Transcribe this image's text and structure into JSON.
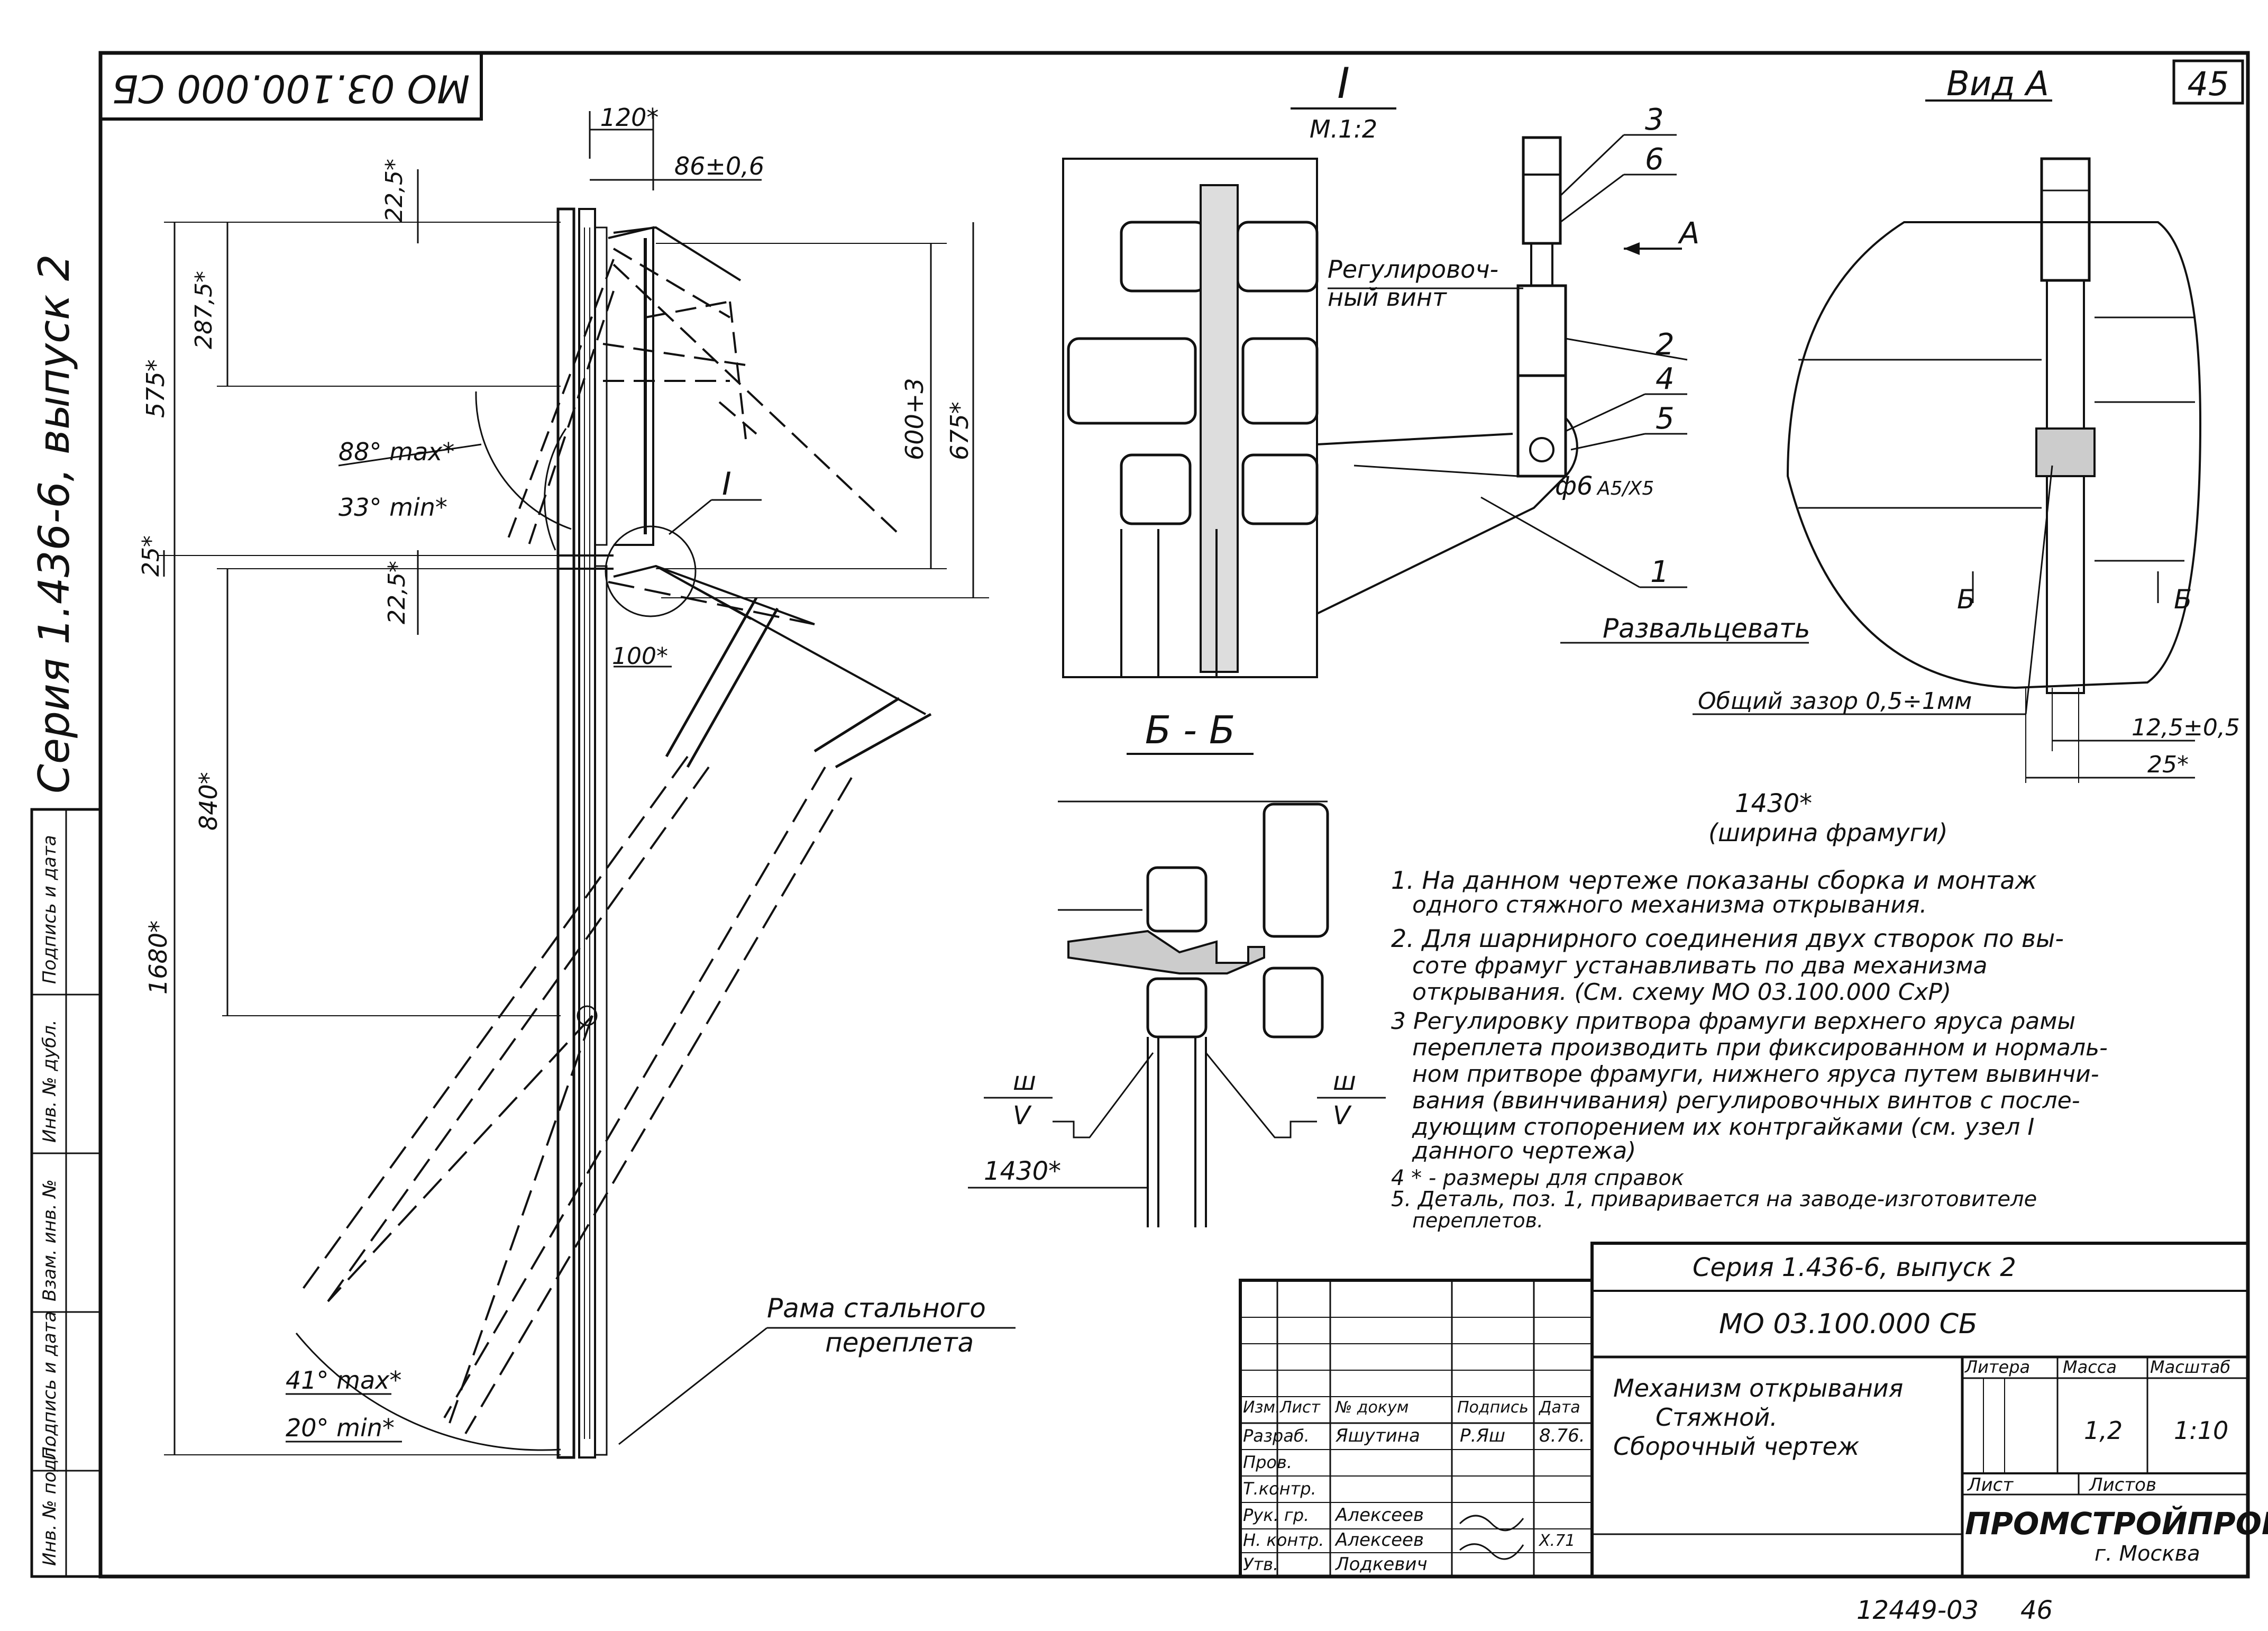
{
  "header": {
    "sheet_number": "45",
    "doc_code_rotated": "МО 03.100.000 СБ",
    "series_side": "Серия 1.436-6, выпуск 2"
  },
  "left_stamp": {
    "cells": [
      "Инв. № подл.",
      "Подпись и дата",
      "Взам. инв. №",
      "Инв. № дубл.",
      "Подпись и дата"
    ]
  },
  "main_view": {
    "dims": {
      "d120": "120*",
      "d86": "86±0,6",
      "d225a": "22,5*",
      "d2875": "287,5*",
      "d575": "575*",
      "d600": "600+3",
      "d675": "675*",
      "d25": "25*",
      "d225b": "22,5*",
      "d100": "100*",
      "d840": "840*",
      "d1680": "1680*"
    },
    "angles": {
      "a88": "88° max*",
      "a33": "33° min*",
      "a41": "41° max*",
      "a20": "20° min*"
    },
    "callout": "I",
    "frame_label_1": "Рама стального",
    "frame_label_2": "переплета"
  },
  "detail_I": {
    "title": "I",
    "scale": "М.1:2",
    "labels": [
      "3",
      "6",
      "2",
      "4",
      "5",
      "1"
    ],
    "arrow_label": "А",
    "screw_label_1": "Регулировоч-",
    "screw_label_2": "ный винт",
    "pin": "ф6",
    "fit": "A5/X5",
    "flare": "Развальцевать"
  },
  "view_A": {
    "title": "Вид А",
    "section_mark": "Б",
    "gap": "Общий зазор 0,5÷1мм",
    "d125": "12,5±0,5",
    "d25": "25*",
    "d1430": "1430*",
    "width_note": "(ширина фрамуги)"
  },
  "section_BB": {
    "title": "Б - Б",
    "weld_top": "ш",
    "weld_bottom": "V",
    "d1430": "1430*"
  },
  "notes": [
    "1. На данном чертеже показаны сборка и монтаж",
    "одного стяжного механизма открывания.",
    "2. Для шарнирного соединения двух створок по вы-",
    "соте фрамуг устанавливать по два механизма",
    "открывания. (См. схему МО 03.100.000 СхР)",
    "3 Регулировку притвора фрамуги верхнего яруса рамы",
    "переплета производить при фиксированном и нормаль-",
    "ном притворе фрамуги, нижнего яруса путем вывинчи-",
    "вания (ввинчивания) регулировочных винтов с после-",
    "дующим стопорением их контргайками (см. узел I",
    "данного чертежа)",
    "4 * - размеры для справок",
    "5. Деталь, поз. 1, приваривается на заводе-изготовителе",
    "переплетов."
  ],
  "title_block": {
    "series": "Серия 1.436-6, выпуск 2",
    "code": "МО 03.100.000 СБ",
    "name_1": "Механизм открывания",
    "name_2": "Стяжной.",
    "name_3": "Сборочный чертеж",
    "col_heads": [
      "Изм.",
      "Лист",
      "№ докум",
      "Подпись",
      "Дата"
    ],
    "rows": [
      {
        "role": "Разраб.",
        "name": "Яшутина",
        "sign": "Р.Яш",
        "date": "8.76."
      },
      {
        "role": "Пров.",
        "name": "",
        "sign": "",
        "date": ""
      },
      {
        "role": "Т.контр.",
        "name": "",
        "sign": "",
        "date": ""
      },
      {
        "role": "Рук. гр.",
        "name": "Алексеев",
        "sign": "",
        "date": ""
      },
      {
        "role": "Н. контр.",
        "name": "Алексеев",
        "sign": "",
        "date": "Х.71"
      },
      {
        "role": "Утв.",
        "name": "Лодкевич",
        "sign": "",
        "date": ""
      }
    ],
    "litera": "Литера",
    "mass": "Масса",
    "scale_h": "Масштаб",
    "mass_val": "1,2",
    "scale_val": "1:10",
    "sheet": "Лист",
    "sheets": "Листов",
    "org": "ПРОМСТРОЙПРОЕКТ",
    "city": "г. Москва"
  },
  "footer": {
    "inv": "12449-03",
    "page": "46"
  }
}
